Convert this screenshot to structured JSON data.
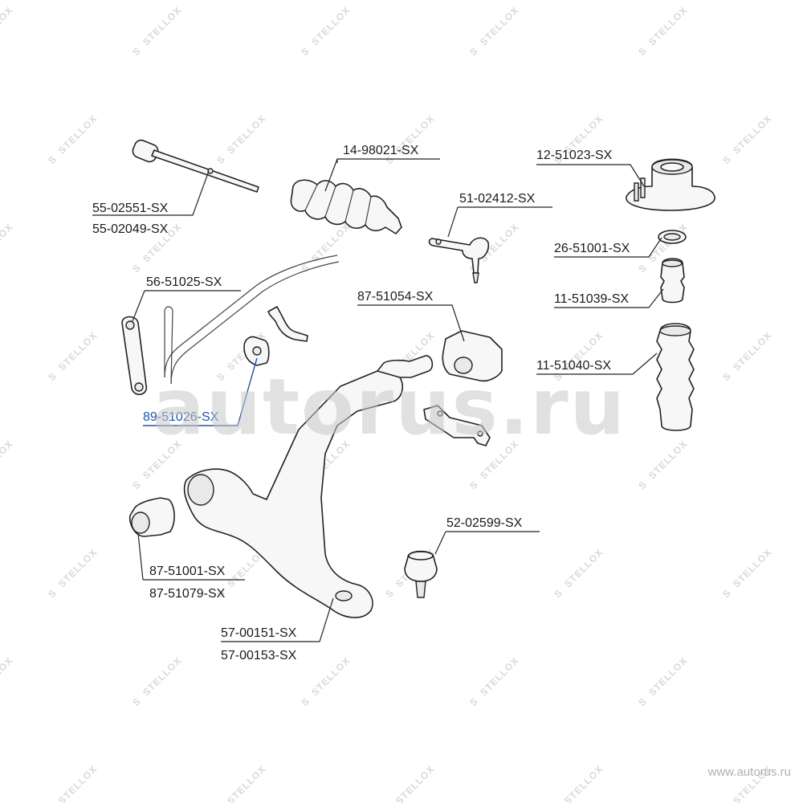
{
  "labels": {
    "tie_rod_inner_1": "55-02551-SX",
    "tie_rod_inner_2": "55-02049-SX",
    "steering_boot": "14-98021-SX",
    "strut_mount": "12-51023-SX",
    "tie_rod_end": "51-02412-SX",
    "bearing": "26-51001-SX",
    "bump_stop": "11-51039-SX",
    "dust_boot": "11-51040-SX",
    "stabilizer_link": "56-51025-SX",
    "arm_bushing_rear": "87-51054-SX",
    "stabilizer_bushing": "89-51026-SX",
    "ball_joint": "52-02599-SX",
    "arm_bushing_front_1": "87-51001-SX",
    "arm_bushing_front_2": "87-51079-SX",
    "control_arm_1": "57-00151-SX",
    "control_arm_2": "57-00153-SX"
  },
  "watermark": {
    "brand": "STELLOX",
    "site": "autorus.ru",
    "url": "www.autorus.ru"
  },
  "colors": {
    "highlight": "#1f55a8",
    "line": "#222222",
    "watermark": "#d9d9d9"
  },
  "icons": {
    "brand_logo": "stellox-s-logo"
  }
}
